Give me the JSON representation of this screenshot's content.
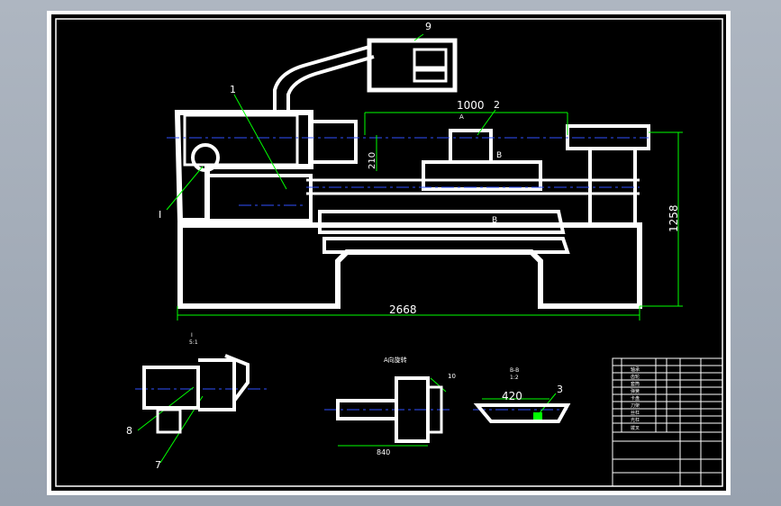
{
  "drawing": {
    "parts": {
      "p1": "1",
      "p2": "2",
      "p3": "3",
      "p7": "7",
      "p8": "8",
      "p9": "9",
      "p10": "10",
      "pI": "I"
    },
    "dimensions": {
      "length_total": "2668",
      "height": "1258",
      "swing": "1000",
      "center": "210",
      "d420": "420",
      "d840": "840"
    },
    "section_marks": {
      "b_upper": "B",
      "b_lower": "B",
      "a_mark": "A",
      "bb": "B-B",
      "scale": "1:2",
      "view_a": "A向旋转",
      "detail_i": "I",
      "detail_scale": "5:1"
    }
  },
  "title_block": {
    "rows": [
      "轴承",
      "齿轮",
      "套筒",
      "弹簧",
      "卡盘",
      "刀架",
      "丝杠",
      "光杠",
      "拨叉"
    ]
  },
  "colors": {
    "frame_bg": "#000000",
    "outline": "#ffffff",
    "dimension": "#00ff00",
    "centerline": "#3050ff",
    "highlight": "#ffff00"
  }
}
